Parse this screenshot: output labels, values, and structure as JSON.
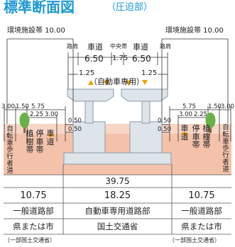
{
  "header": {
    "title": "標準断面図",
    "subtitle": "（圧迫部）",
    "title_color": "#1f9ad6"
  },
  "top": {
    "left_environment": "環境施設帯 10.00",
    "right_environment": "環境施設帯 10.00"
  },
  "expressway": {
    "road_shoulder_left": "路肩",
    "roadway_left": "車道",
    "median": "中央帯",
    "roadway_right": "車道",
    "road_shoulder_right": "路肩",
    "roadway_left_width": "6.50",
    "median_width": "1.75",
    "roadway_right_width": "6.50",
    "shoulder_left_width": "1.25",
    "shoulder_right_width": "1.25",
    "label": "（自動車専用）"
  },
  "left_side": {
    "w1": "3.00",
    "w2": "1.50",
    "w3": "5.75",
    "w4": "2.25",
    "w5": "3.00",
    "gap_top": "0.50",
    "gap_bottom": "0.50",
    "v1": "自転車歩行者道",
    "v2": "植樹帯",
    "v3": "停車帯",
    "v4": "車道"
  },
  "right_side": {
    "w1": "5.75",
    "w2": "1.50",
    "w3": "3.00",
    "w4": "3.00",
    "w5": "2.25",
    "gap_top": "0.50",
    "gap_bottom": "0.50",
    "v1": "車道",
    "v2": "停車帯",
    "v3": "植樹帯",
    "v4": "自転車歩行者道"
  },
  "table": {
    "total": "39.75",
    "widths": [
      "10.75",
      "18.25",
      "10.75"
    ],
    "roads": [
      "一般道路部",
      "自動車専用道路部",
      "一般道路部"
    ],
    "managers": [
      "県または市",
      "国土交通省",
      "県または市"
    ],
    "notes": [
      "（一部国土交通省）",
      "（一部国土交通省）"
    ]
  },
  "colors": {
    "ground": "#f2b49a",
    "structure": "#dde4ea",
    "structure_stroke": "#8a9aa6",
    "arrow": "#f0a000",
    "tree": "#6bb04a",
    "trunk": "#8a6a3a"
  }
}
